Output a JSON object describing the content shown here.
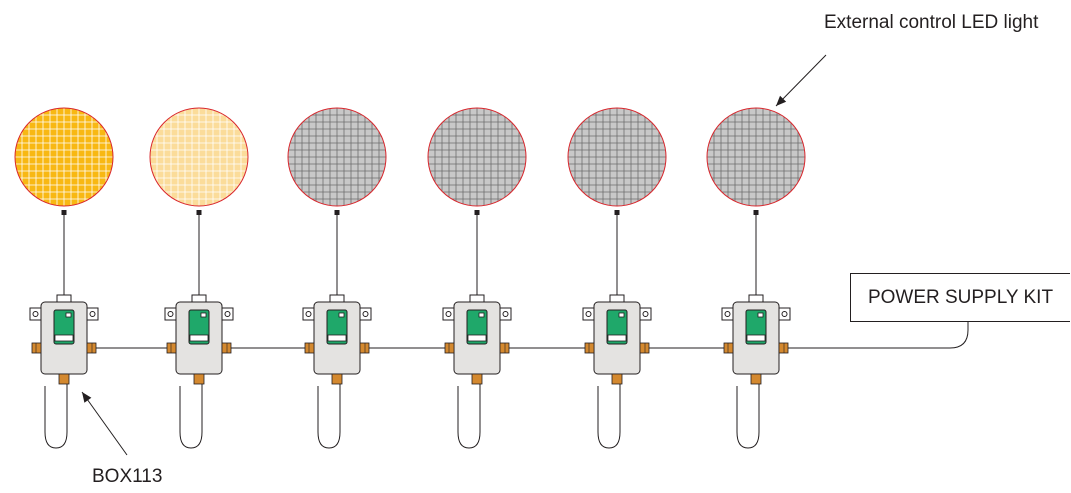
{
  "labels": {
    "led_light": "External control LED light",
    "box": "BOX113",
    "power_supply": "POWER SUPPLY KIT"
  },
  "lights": [
    {
      "state": "on",
      "fill": "#f8b813",
      "grid": "#ffffff"
    },
    {
      "state": "dim",
      "fill": "#fbdc9a",
      "grid": "#ffffff"
    },
    {
      "state": "off",
      "fill": "#c8c8c8",
      "grid": "#6d6d6d"
    },
    {
      "state": "off",
      "fill": "#c8c8c8",
      "grid": "#6d6d6d"
    },
    {
      "state": "off",
      "fill": "#c8c8c8",
      "grid": "#6d6d6d"
    },
    {
      "state": "off",
      "fill": "#c8c8c8",
      "grid": "#6d6d6d"
    }
  ],
  "colors": {
    "light_border": "#d9262c",
    "box_body": "#e4e3e1",
    "box_outline": "#231f20",
    "module_green": "#1fa86a",
    "connector_orange": "#d4892f",
    "wire": "#231f20"
  }
}
